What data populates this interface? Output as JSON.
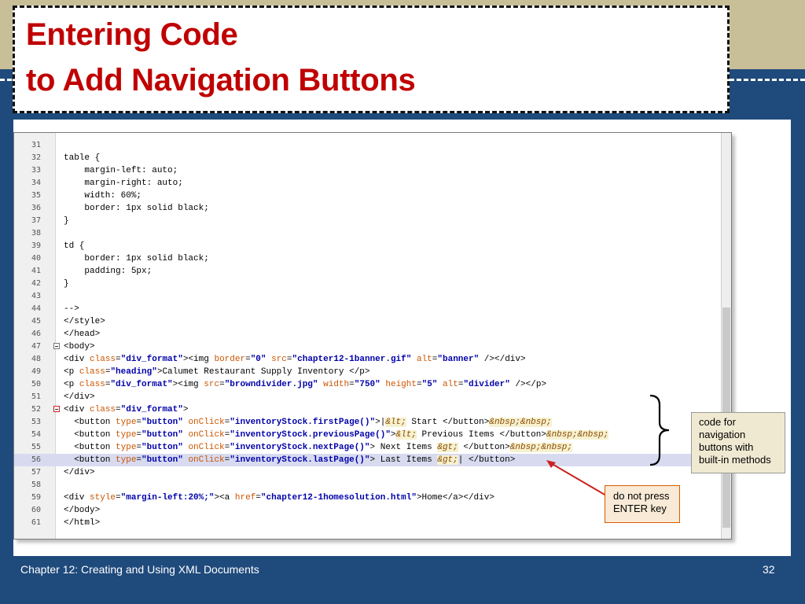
{
  "slide": {
    "title_line1": "Entering Code",
    "title_line2": "to Add Navigation Buttons",
    "footer": "Chapter 12: Creating and Using XML Documents",
    "page_number": "32"
  },
  "colors": {
    "title": "#c00000",
    "background": "#1f4a7c",
    "top_band": "#c8bf98",
    "callout_border": "#d85a00",
    "highlight_line": "#d8dbf0"
  },
  "editor": {
    "lines": [
      {
        "n": "31",
        "text": ""
      },
      {
        "n": "32",
        "text": "table {"
      },
      {
        "n": "33",
        "text": "    margin-left: auto;"
      },
      {
        "n": "34",
        "text": "    margin-right: auto;"
      },
      {
        "n": "35",
        "text": "    width: 60%;"
      },
      {
        "n": "36",
        "text": "    border: 1px solid black;"
      },
      {
        "n": "37",
        "text": "}"
      },
      {
        "n": "38",
        "text": ""
      },
      {
        "n": "39",
        "text": "td {"
      },
      {
        "n": "40",
        "text": "    border: 1px solid black;"
      },
      {
        "n": "41",
        "text": "    padding: 5px;"
      },
      {
        "n": "42",
        "text": "}"
      },
      {
        "n": "43",
        "text": ""
      },
      {
        "n": "44",
        "text": "-->"
      },
      {
        "n": "45",
        "text": "</style>"
      },
      {
        "n": "46",
        "text": "</head>"
      },
      {
        "n": "47",
        "text": "<body>"
      },
      {
        "n": "48",
        "text": "<div class=\"div_format\"><img border=\"0\" src=\"chapter12-1banner.gif\" alt=\"banner\" /></div>"
      },
      {
        "n": "49",
        "text": "<p class=\"heading\">Calumet Restaurant Supply Inventory </p>"
      },
      {
        "n": "50",
        "text": "<p class=\"div_format\"><img src=\"browndivider.jpg\" width=\"750\" height=\"5\" alt=\"divider\" /></p>"
      },
      {
        "n": "51",
        "text": "</div>"
      },
      {
        "n": "52",
        "text": "<div class=\"div_format\">"
      },
      {
        "n": "53",
        "text": "  <button type=\"button\" onClick=\"inventoryStock.firstPage()\">|&lt; Start </button>&nbsp;&nbsp;"
      },
      {
        "n": "54",
        "text": "  <button type=\"button\" onClick=\"inventoryStock.previousPage()\">&lt; Previous Items </button>&nbsp;&nbsp;"
      },
      {
        "n": "55",
        "text": "  <button type=\"button\" onClick=\"inventoryStock.nextPage()\"> Next Items &gt; </button>&nbsp;&nbsp;"
      },
      {
        "n": "56",
        "text": "  <button type=\"button\" onClick=\"inventoryStock.lastPage()\"> Last Items &gt;| </button>"
      },
      {
        "n": "57",
        "text": "</div>"
      },
      {
        "n": "58",
        "text": ""
      },
      {
        "n": "59",
        "text": "<div style=\"margin-left:20%;\"><a href=\"chapter12-1homesolution.html\">Home</a></div>"
      },
      {
        "n": "60",
        "text": "</body>"
      },
      {
        "n": "61",
        "text": "</html>"
      }
    ]
  },
  "callouts": {
    "methods": "code for navigation buttons with built-in methods",
    "enter_key": "do not press ENTER key"
  }
}
